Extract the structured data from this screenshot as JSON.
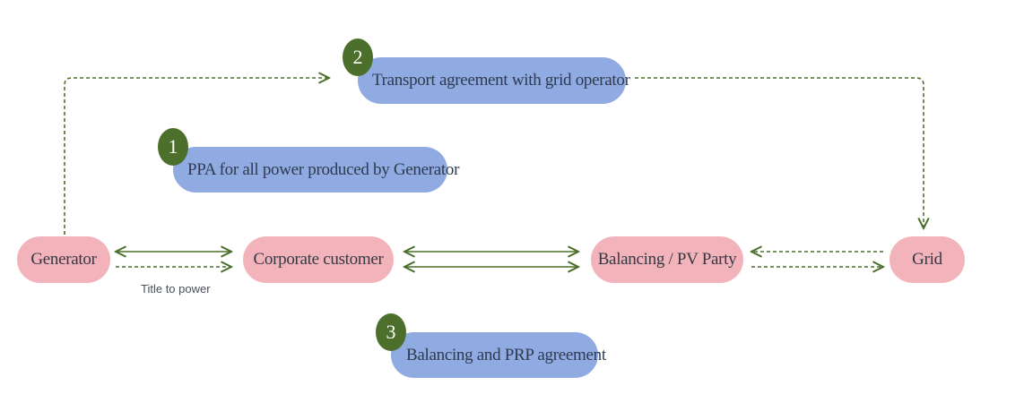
{
  "colors": {
    "party_fill": "#f2b3bb",
    "agreement_fill": "#8fabe2",
    "badge_fill": "#4c6f2c",
    "connector": "#4c6f2c"
  },
  "parties": {
    "generator": "Generator",
    "corporate_customer": "Corporate customer",
    "balancing_party": "Balancing / PV Party",
    "grid": "Grid"
  },
  "agreements": [
    {
      "number": "1",
      "label": "PPA for all power produced by Generator"
    },
    {
      "number": "2",
      "label": "Transport agreement with grid operator"
    },
    {
      "number": "3",
      "label": "Balancing and PRP agreement"
    }
  ],
  "edge_labels": {
    "title_to_power": "Title to power"
  },
  "connections": [
    {
      "from": "Generator",
      "to": "Corporate customer",
      "style": "solid",
      "direction": "both"
    },
    {
      "from": "Generator",
      "to": "Corporate customer",
      "style": "dashed",
      "direction": "forward"
    },
    {
      "from": "Corporate customer",
      "to": "Balancing / PV Party",
      "style": "solid",
      "direction": "both"
    },
    {
      "from": "Corporate customer",
      "to": "Balancing / PV Party",
      "style": "solid",
      "direction": "both"
    },
    {
      "from": "Grid",
      "to": "Balancing / PV Party",
      "style": "dashed",
      "direction": "forward"
    },
    {
      "from": "Balancing / PV Party",
      "to": "Grid",
      "style": "dashed",
      "direction": "forward"
    },
    {
      "from": "Generator",
      "to": "Transport agreement with grid operator",
      "style": "dashed",
      "direction": "forward"
    },
    {
      "from": "Transport agreement with grid operator",
      "to": "Grid",
      "style": "dashed",
      "direction": "forward"
    }
  ]
}
